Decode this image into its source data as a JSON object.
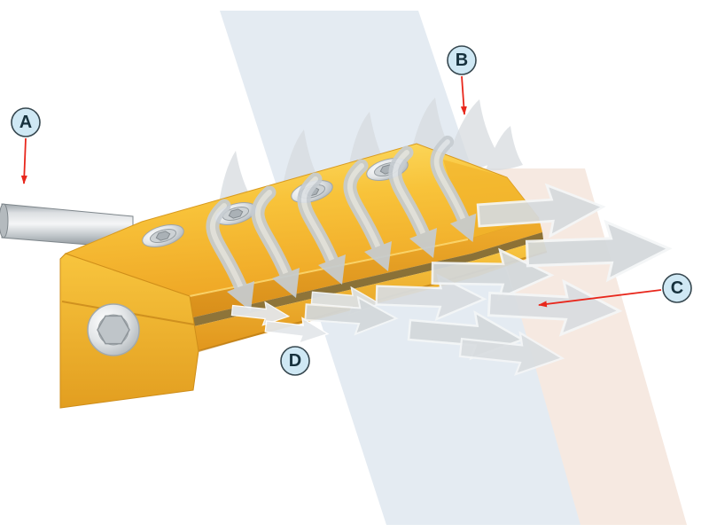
{
  "diagram": {
    "callouts": [
      {
        "id": "A",
        "label": "A"
      },
      {
        "id": "B",
        "label": "B"
      },
      {
        "id": "C",
        "label": "C"
      },
      {
        "id": "D",
        "label": "D"
      }
    ],
    "colors": {
      "callout_fill": "#cfe8f4",
      "callout_stroke": "#36474f",
      "callout_text": "#16313d",
      "pointer_red": "#e8271c",
      "body_yellow": "#f6bb33",
      "body_yellow_dark": "#d8931f",
      "airflow_gray": "#c6ccd1",
      "band_blue": "#e4ebf2",
      "band_pink": "#f6e9e1",
      "metal_light": "#f2f4f5",
      "metal_dark": "#8d959a"
    }
  }
}
